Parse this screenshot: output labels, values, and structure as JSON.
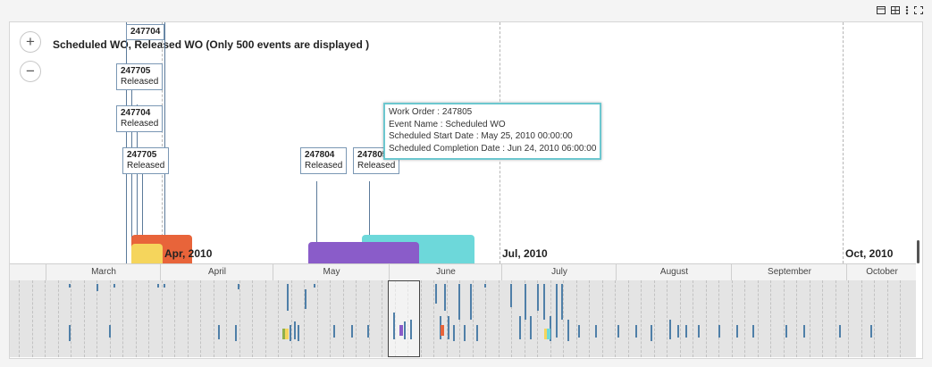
{
  "toolbar": {
    "icons": [
      "dialog-icon",
      "grid-icon",
      "more-vertical-icon",
      "fullscreen-icon"
    ]
  },
  "zoom": {
    "in_label": "+",
    "out_label": "−"
  },
  "timeline": {
    "title": "Scheduled WO, Released WO (Only 500 events are displayed )",
    "date_labels": [
      "Apr, 2010",
      "Jul, 2010",
      "Oct, 2010"
    ]
  },
  "events": [
    {
      "number": "247704",
      "status": ""
    },
    {
      "number": "247705",
      "status": "Released"
    },
    {
      "number": "247704",
      "status": "Released"
    },
    {
      "number": "247705",
      "status": "Released"
    },
    {
      "number": "247804",
      "status": "Released"
    },
    {
      "number": "247805",
      "status": "Released"
    }
  ],
  "tooltip": {
    "lines": [
      "Work Order : 247805",
      "Event Name : Scheduled WO",
      "Scheduled Start Date : May 25, 2010 00:00:00",
      "Scheduled Completion Date : Jun 24, 2010 06:00:00"
    ]
  },
  "overview": {
    "months": [
      "March",
      "April",
      "May",
      "June",
      "July",
      "August",
      "September",
      "October"
    ]
  },
  "colors": {
    "orange": "#e8643a",
    "yellow": "#f5d55c",
    "purple": "#8a5cc9",
    "teal": "#6dd8da",
    "tooltip_border": "#6cc7cf"
  }
}
